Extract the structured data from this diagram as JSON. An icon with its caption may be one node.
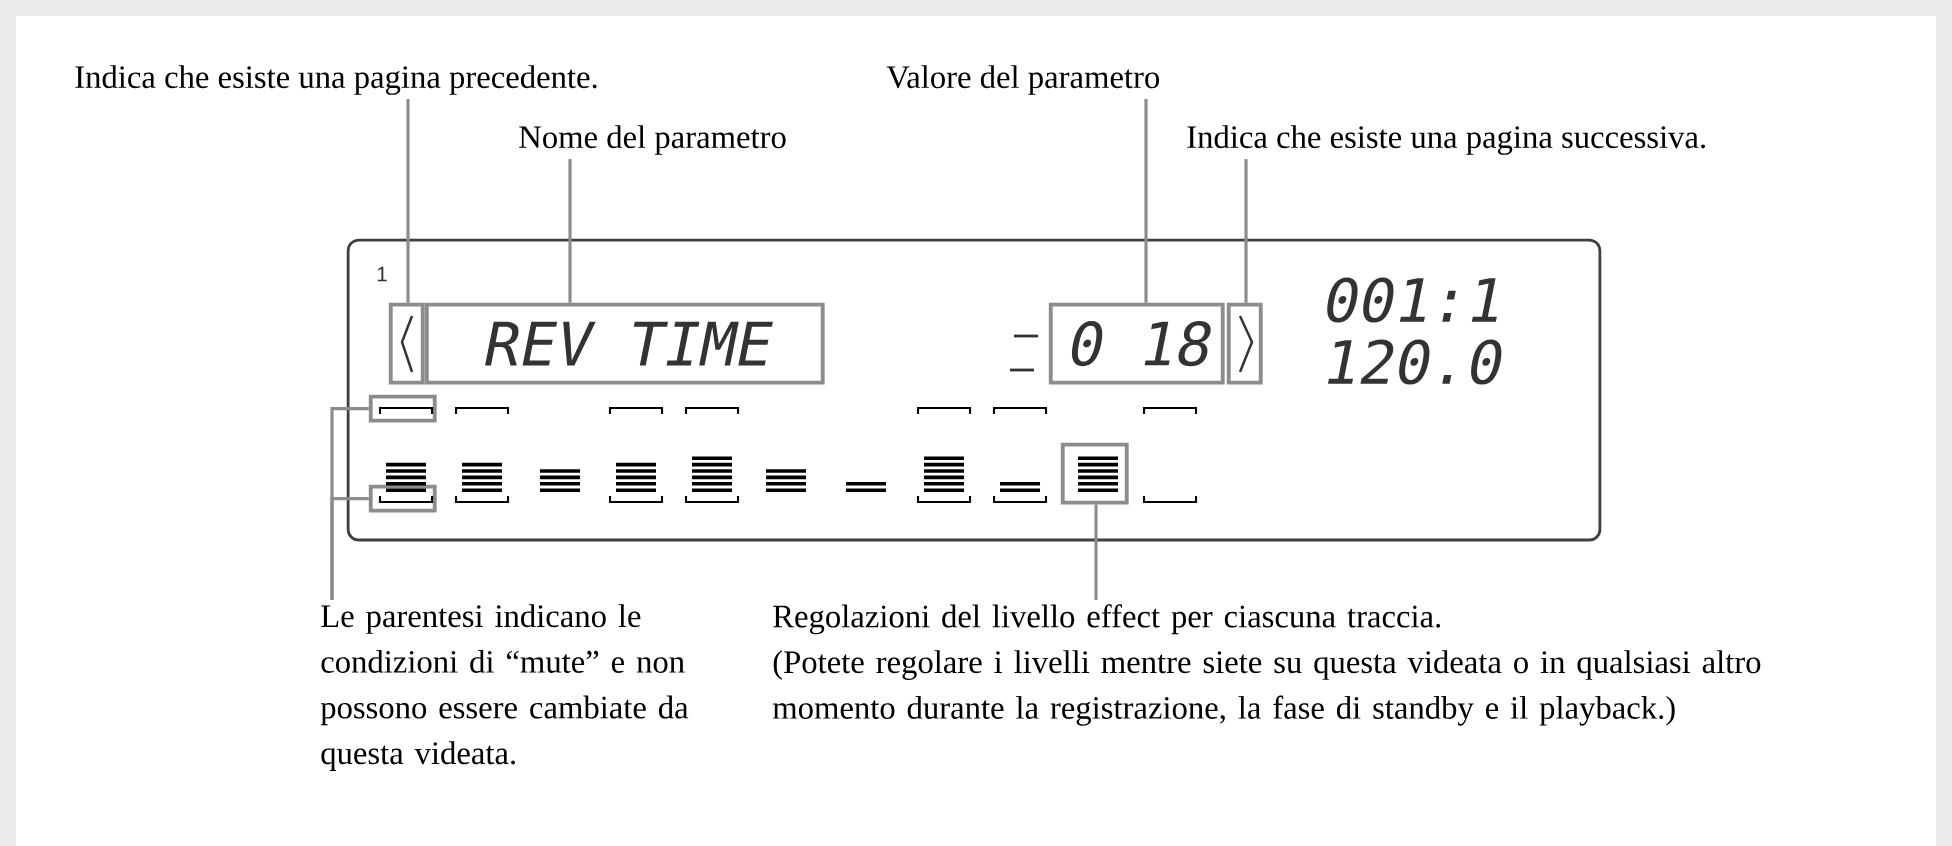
{
  "diagram": {
    "nodes": [
      {
        "text": [
          "Indica che esiste una pagina precedente."
        ]
      },
      {
        "text": [
          "Valore del parametro"
        ]
      },
      {
        "text": [
          "Nome del parametro"
        ]
      },
      {
        "text": [
          "Indica che esiste una pagina successiva."
        ]
      },
      {
        "text": [
          "Le parentesi indicano le condizioni di “mute” e non possono essere cambiate da questa videata."
        ]
      },
      {
        "text": [
          "Regolazioni del livello effect per ciascuna traccia.",
          "(Potete regolare i livelli mentre siete su questa videata o in qualsiasi altro momento durante la registrazione, la fase di standby e il playback.)"
        ]
      },
      {
        "text": [],
        "shape": "box"
      },
      {
        "text": [],
        "shape": "box",
        "in": 6
      },
      {
        "text": [
          "REV TIME"
        ],
        "in": 6
      },
      {
        "text": [
          "0 18"
        ],
        "in": 6
      },
      {
        "text": [],
        "shape": "box",
        "in": 6
      },
      {
        "text": [],
        "shape": "box",
        "in": 6
      },
      {
        "text": [],
        "shape": "box",
        "in": 6
      },
      {
        "text": [],
        "shape": "box",
        "in": 6
      }
    ],
    "edges": [
      {
        "from": 0,
        "to": 7,
        "arrow": "none"
      },
      {
        "from": 2,
        "to": 8,
        "arrow": "none"
      },
      {
        "from": 1,
        "to": 9,
        "arrow": "none"
      },
      {
        "from": 3,
        "to": 10,
        "arrow": "none"
      },
      {
        "from": 4,
        "to": 11,
        "arrow": "none"
      },
      {
        "from": 4,
        "to": 12,
        "arrow": "none"
      },
      {
        "from": 5,
        "to": 13,
        "arrow": "none"
      }
    ],
    "labels": [
      "1",
      "001:1",
      "120.0"
    ]
  }
}
